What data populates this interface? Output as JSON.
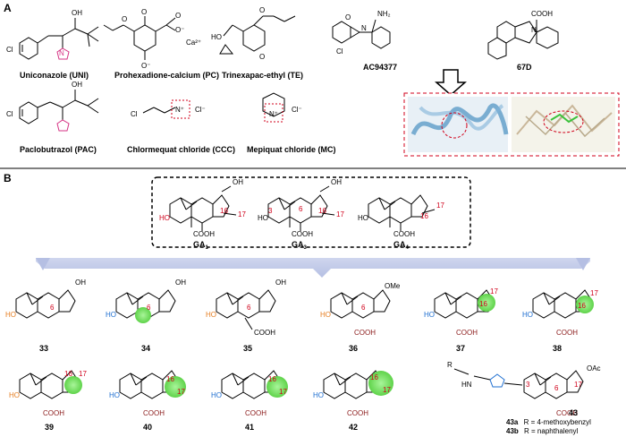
{
  "panels": {
    "a": "A",
    "b": "B"
  },
  "panel_a": {
    "compounds": [
      {
        "id": "uni",
        "label": "Uniconazole (UNI)"
      },
      {
        "id": "pc",
        "label": "Prohexadione-calcium (PC)"
      },
      {
        "id": "te",
        "label": "Trinexapac-ethyl (TE)"
      },
      {
        "id": "ac",
        "label": "AC94377"
      },
      {
        "id": "d67",
        "label": "67D"
      },
      {
        "id": "pac",
        "label": "Paclobutrazol (PAC)"
      },
      {
        "id": "ccc",
        "label": "Chlormequat chloride (CCC)"
      },
      {
        "id": "mc",
        "label": "Mepiquat chloride (MC)"
      }
    ],
    "atoms": {
      "cl": "Cl",
      "oh": "OH",
      "o": "O",
      "o_minus": "O⁻",
      "ca": "Ca²⁺",
      "ho": "HO",
      "nh2": "NH₂",
      "n": "N",
      "cooh": "COOH",
      "cl_minus": "Cl⁻",
      "n_plus": "N⁺"
    }
  },
  "panel_b": {
    "ga": [
      {
        "id": "ga1",
        "name": "GA",
        "sub": "1"
      },
      {
        "id": "ga3",
        "name": "GA",
        "sub": "3"
      },
      {
        "id": "ga4",
        "name": "GA",
        "sub": "4"
      }
    ],
    "ga_numbers": [
      "16",
      "17",
      "6",
      "3",
      "16",
      "17",
      "16",
      "17"
    ],
    "compounds": [
      "33",
      "34",
      "35",
      "36",
      "37",
      "38",
      "39",
      "40",
      "41",
      "42",
      "43"
    ],
    "atoms": {
      "ho": "HO",
      "oh": "OH",
      "cooh": "COOH",
      "ome": "OMe",
      "oac": "OAc",
      "o": "O",
      "r": "R",
      "hn": "HN",
      "n": "N",
      "h": "H"
    },
    "variants": [
      {
        "id": "43a",
        "text": "R = 4-methoxybenzyl"
      },
      {
        "id": "43b",
        "text": "R = naphthalenyl"
      }
    ],
    "numbers": [
      "6",
      "6",
      "6",
      "6",
      "16",
      "17",
      "16",
      "17",
      "16",
      "17",
      "16",
      "17",
      "16",
      "17",
      "16",
      "17",
      "3",
      "6",
      "17"
    ]
  },
  "colors": {
    "highlight": "#7ee36b",
    "accent": "#d0021b",
    "blue": "#1f6fd1",
    "magenta": "#d63384",
    "orange": "#e67e22",
    "maroon": "#8b1a1a"
  }
}
